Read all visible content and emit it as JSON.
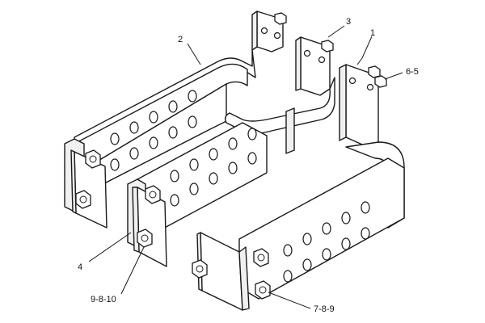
{
  "diagram": {
    "callouts": [
      {
        "id": "c1",
        "label": "1"
      },
      {
        "id": "c2",
        "label": "2"
      },
      {
        "id": "c3",
        "label": "3"
      },
      {
        "id": "c4",
        "label": "4"
      },
      {
        "id": "c5",
        "label": "6-5"
      },
      {
        "id": "c6",
        "label": "9-8-10"
      },
      {
        "id": "c7",
        "label": "7-8-9"
      }
    ],
    "colors": {
      "line": "#1a1a1a",
      "fill": "#ffffff",
      "shade": "#f0f0f0"
    }
  }
}
